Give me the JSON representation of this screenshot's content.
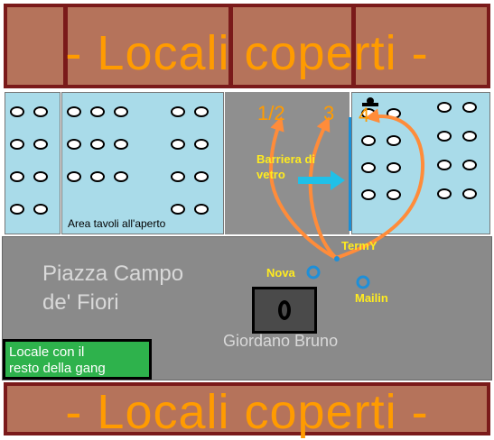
{
  "banners": {
    "top": "- Locali coperti -",
    "bottom": "- Locali coperti -"
  },
  "outdoor_area_label": "Area tavoli all'aperto",
  "barrier_label_line1": "Barriera di",
  "barrier_label_line2": "vetro",
  "positions": {
    "p12": "1/2",
    "p3": "3",
    "p4": "4"
  },
  "people": {
    "termy": "TermY",
    "nova": "Nova",
    "mailin": "Mailin"
  },
  "piazza_line1": "Piazza Campo",
  "piazza_line2": "de' Fiori",
  "statue_label": "Giordano Bruno",
  "gang_line1": "Locale con il",
  "gang_line2": "resto della gang",
  "colors": {
    "banner_bg": "#b5735b",
    "banner_border": "#7a1a1a",
    "banner_text": "#ff9b00",
    "outdoor_tables": "#a9dbe9",
    "piazza": "#8a8a8a",
    "arrows": "#ff8c3a",
    "barrier_arrow": "#20c0e8",
    "person_marker": "#1e8fd8",
    "gang_box": "#2eb24c",
    "label_yellow": "#ffeb1f"
  },
  "icons": [
    "person-marker-icon",
    "statue-icon",
    "barrier-arrow-icon",
    "path-arrow-icon"
  ]
}
